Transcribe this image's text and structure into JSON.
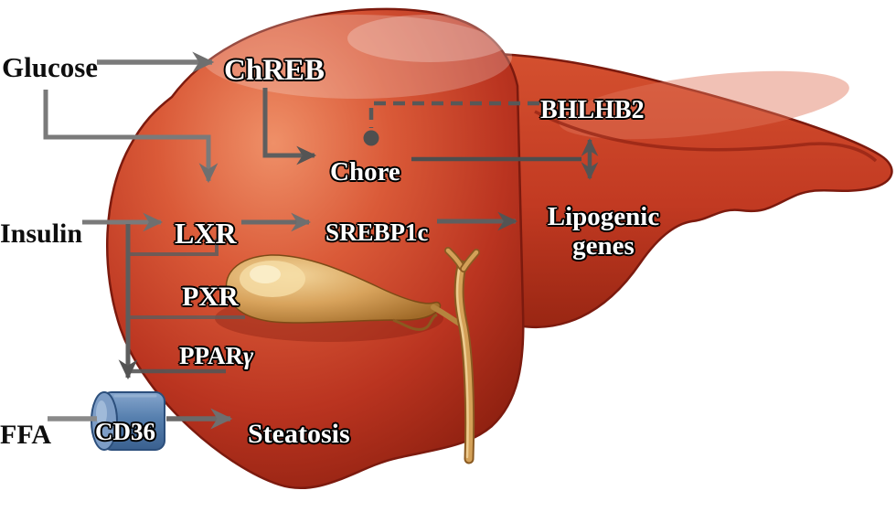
{
  "diagram": {
    "title": "Hepatic lipogenesis signaling pathway on liver illustration",
    "nodes": {
      "glucose": "Glucose",
      "insulin": "Insulin",
      "ffa": "FFA",
      "chreb": "ChREB",
      "chore": "Chore",
      "bhlhb2": "BHLHB2",
      "lxr": "LXR",
      "srebp1c": "SREBP1c",
      "lipogenic_line1": "Lipogenic",
      "lipogenic_line2": "genes",
      "pxr": "PXR",
      "ppar_gamma": {
        "prefix": "PPAR",
        "symbol": "γ"
      },
      "cd36": "CD36",
      "steatosis": "Steatosis"
    },
    "edges": [
      {
        "from": "Glucose",
        "to": "ChREB",
        "type": "arrow"
      },
      {
        "from": "Glucose",
        "to": "LXR",
        "type": "elbow-arrow"
      },
      {
        "from": "ChREB",
        "to": "Chore",
        "type": "elbow-arrow"
      },
      {
        "from": "BHLHB2",
        "to": "Chore",
        "type": "dashed-blunt-ball"
      },
      {
        "from": "Chore",
        "to": "BHLHB2",
        "type": "double-headed-arrow"
      },
      {
        "from": "Insulin",
        "to": "LXR",
        "type": "arrow"
      },
      {
        "from": "Insulin",
        "to": "CD36",
        "type": "trunk-arrow",
        "branches": [
          "LXR",
          "PXR",
          "PPARγ"
        ]
      },
      {
        "from": "LXR",
        "to": "SREBP1c",
        "type": "arrow"
      },
      {
        "from": "SREBP1c",
        "to": "Lipogenic genes",
        "type": "arrow"
      },
      {
        "from": "FFA",
        "to": "CD36",
        "type": "line"
      },
      {
        "from": "CD36",
        "to": "Steatosis",
        "type": "arrow"
      }
    ],
    "colors": {
      "background": "#ffffff",
      "liver_highlight": "#ef9068",
      "liver_main": "#c23a22",
      "liver_dark": "#8e1f10",
      "gallbladder": "#d8a35c",
      "bile_duct": "#d4a158",
      "transporter_blue": "#567fae",
      "arrow_gray": "#7a7a7a",
      "arrow_dark": "#545454",
      "label_black": "#0e0e0e",
      "label_white": "#ffffff"
    }
  }
}
